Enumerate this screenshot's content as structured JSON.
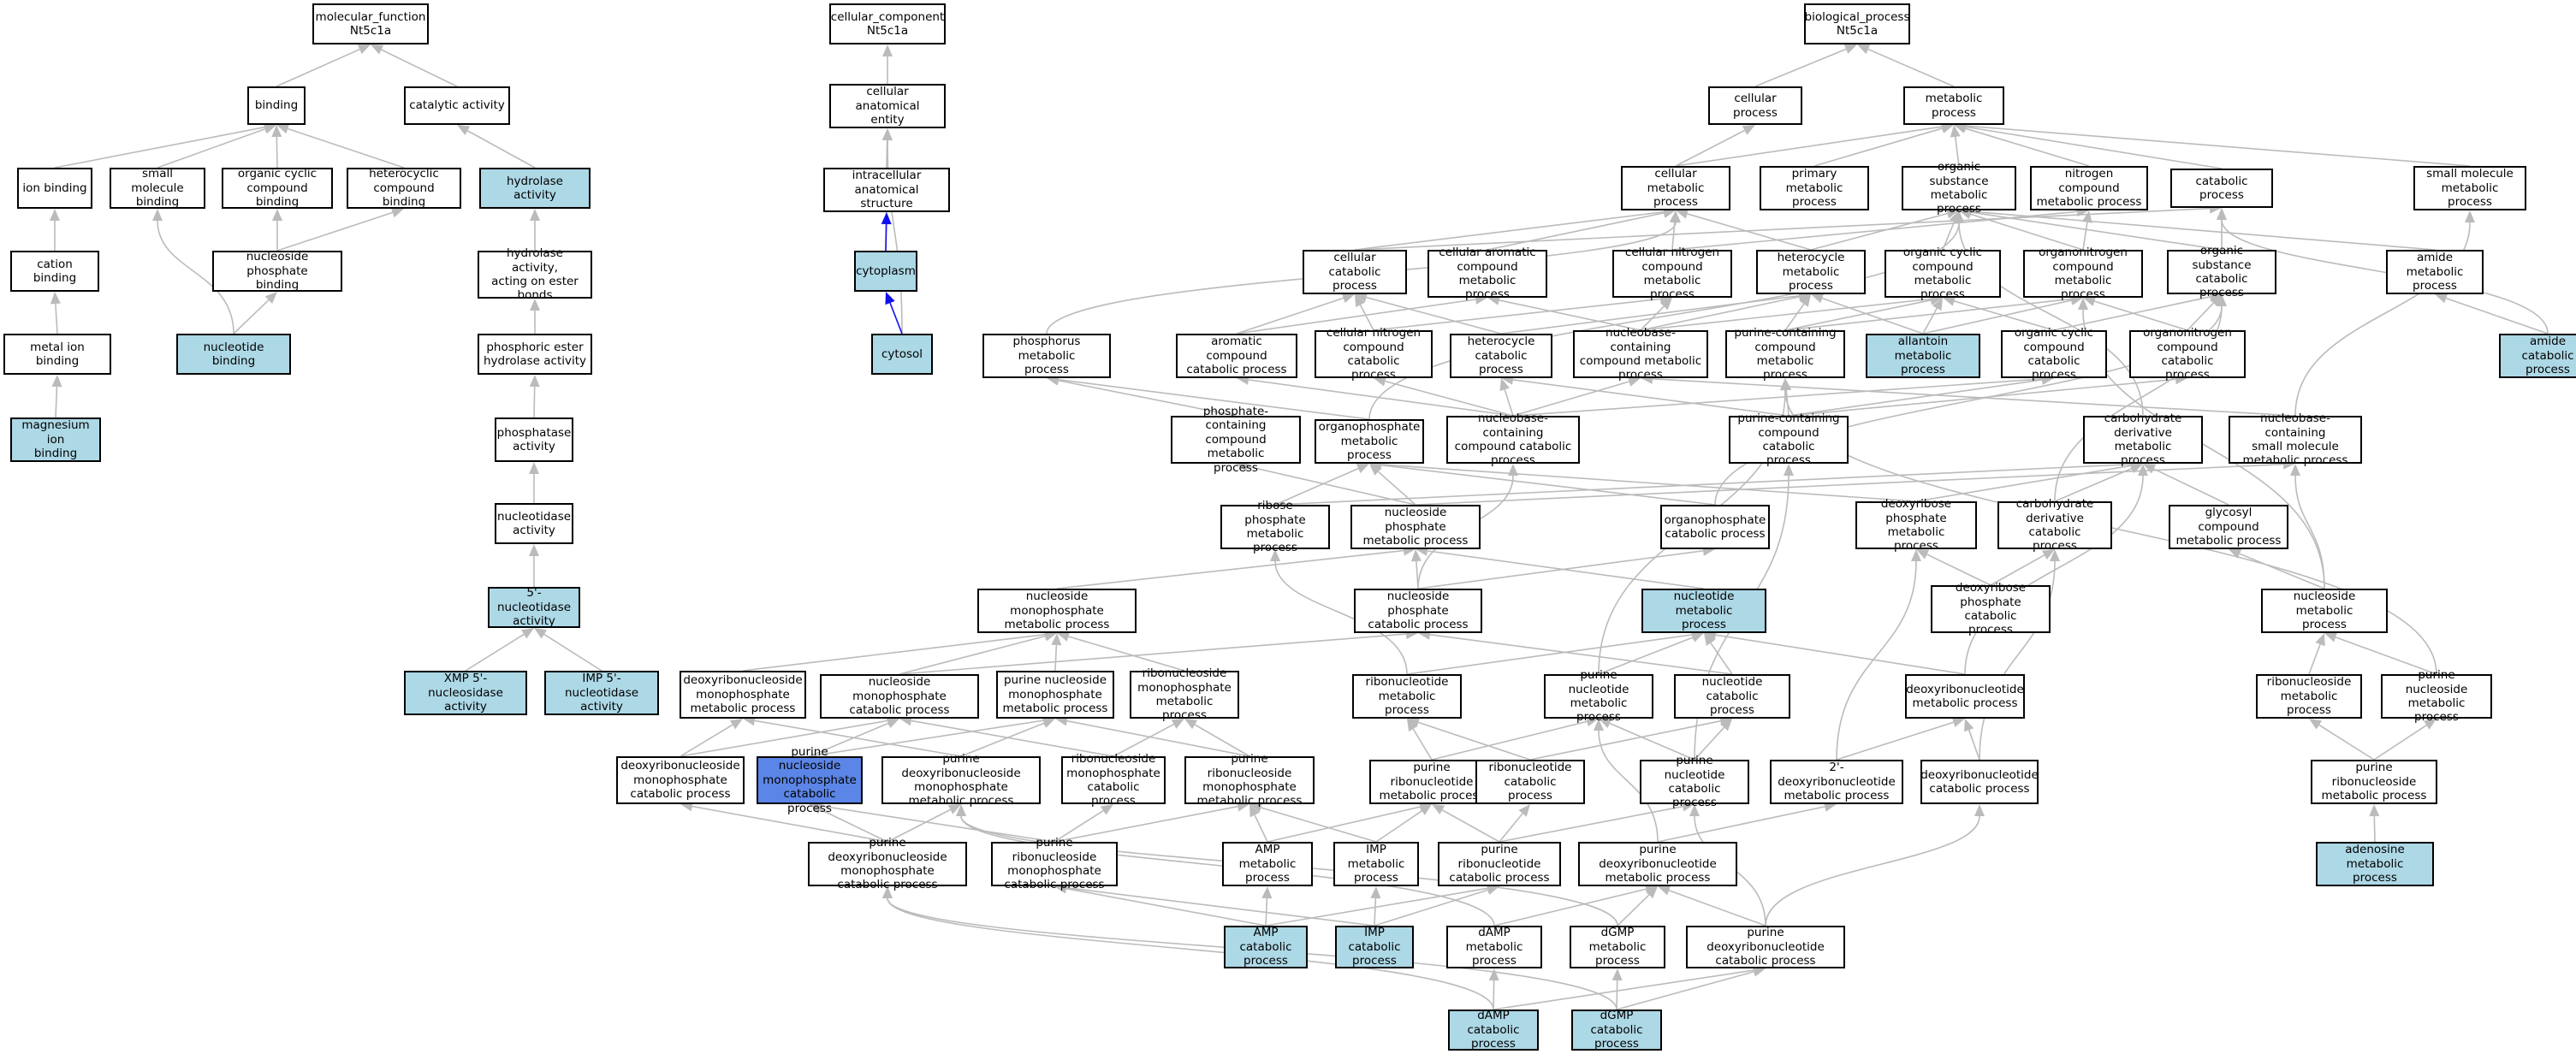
{
  "colors": {
    "annotated": "#add8e6",
    "focus": "#5b85e6",
    "edge": "#bbbbbb",
    "edge_part_of": "#1010ee"
  },
  "nodes": {
    "mf_root": "molecular_function\nNt5c1a",
    "binding": "binding",
    "catalytic": "catalytic activity",
    "ion_binding": "ion binding",
    "small_mol_binding": "small molecule\nbinding",
    "org_cyc_binding": "organic cyclic\ncompound binding",
    "het_binding": "heterocyclic\ncompound binding",
    "hydrolase": "hydrolase activity",
    "cation_binding": "cation binding",
    "nuc_phos_binding": "nucleoside phosphate\nbinding",
    "hydrolase_ester": "hydrolase activity,\nacting on ester\nbonds",
    "metal_ion_binding": "metal ion binding",
    "nucleotide_binding": "nucleotide binding",
    "phos_ester_hydrolase": "phosphoric ester\nhydrolase activity",
    "magnesium_binding": "magnesium ion\nbinding",
    "phosphatase": "phosphatase\nactivity",
    "nucleotidase": "nucleotidase\nactivity",
    "nt5": "5'-nucleotidase\nactivity",
    "xmp_nt5": "XMP 5'-nucleosidase\nactivity",
    "imp_nt5": "IMP 5'-nucleotidase\nactivity",
    "cc_root": "cellular_component\nNt5c1a",
    "cell_anat": "cellular anatomical\nentity",
    "intracellular": "intracellular\nanatomical structure",
    "cytoplasm": "cytoplasm",
    "cytosol": "cytosol",
    "bp_root": "biological_process\nNt5c1a",
    "cellular_process": "cellular process",
    "metabolic_process": "metabolic process",
    "cell_met": "cellular metabolic\nprocess",
    "primary_met": "primary metabolic\nprocess",
    "org_sub_met": "organic substance\nmetabolic process",
    "nitrogen_met": "nitrogen compound\nmetabolic process",
    "catabolic": "catabolic process",
    "small_mol_met": "small molecule\nmetabolic process",
    "cell_catabolic": "cellular catabolic\nprocess",
    "cell_arom_met": "cellular aromatic\ncompound metabolic\nprocess",
    "cell_nitrogen_met": "cellular nitrogen\ncompound metabolic\nprocess",
    "heterocycle_met": "heterocycle\nmetabolic process",
    "org_cyc_met": "organic cyclic\ncompound metabolic\nprocess",
    "organonitrogen_met": "organonitrogen\ncompound metabolic\nprocess",
    "org_sub_cat": "organic substance\ncatabolic process",
    "amide_met": "amide metabolic\nprocess",
    "phosphorus_met": "phosphorus metabolic\nprocess",
    "arom_cat": "aromatic compound\ncatabolic process",
    "cell_nitrogen_cat": "cellular nitrogen\ncompound catabolic\nprocess",
    "heterocycle_cat": "heterocycle\ncatabolic process",
    "nucleobase_met": "nucleobase-containing\ncompound metabolic\nprocess",
    "purine_cont_met": "purine-containing\ncompound metabolic\nprocess",
    "allantoin_met": "allantoin metabolic\nprocess",
    "org_cyc_cat": "organic cyclic\ncompound catabolic\nprocess",
    "organonitrogen_cat": "organonitrogen\ncompound catabolic\nprocess",
    "amide_cat": "amide catabolic\nprocess",
    "phosphate_cont_met": "phosphate-containing\ncompound metabolic\nprocess",
    "organophosphate_met": "organophosphate\nmetabolic process",
    "nucleobase_cat": "nucleobase-containing\ncompound catabolic\nprocess",
    "purine_cont_cat": "purine-containing\ncompound catabolic\nprocess",
    "carb_deriv_met": "carbohydrate\nderivative metabolic\nprocess",
    "nucleobase_small_met": "nucleobase-containing\nsmall molecule\nmetabolic process",
    "ribose_phos_met": "ribose phosphate\nmetabolic process",
    "nucleoside_phos_met": "nucleoside phosphate\nmetabolic process",
    "organophosphate_cat": "organophosphate\ncatabolic process",
    "deoxyribose_phos_met": "deoxyribose\nphosphate metabolic\nprocess",
    "carb_deriv_cat": "carbohydrate\nderivative catabolic\nprocess",
    "glycosyl_met": "glycosyl compound\nmetabolic process",
    "nucleoside_monophos_met": "nucleoside monophosphate\nmetabolic process",
    "nucleoside_phos_cat": "nucleoside phosphate\ncatabolic process",
    "nucleotide_met": "nucleotide metabolic\nprocess",
    "deoxyribose_phos_cat": "deoxyribose\nphosphate catabolic\nprocess",
    "nucleoside_met": "nucleoside metabolic\nprocess",
    "deoxyribonucleoside_mp_met": "deoxyribonucleoside\nmonophosphate\nmetabolic process",
    "nucleoside_mp_cat": "nucleoside monophosphate\ncatabolic process",
    "purine_nucleoside_mp_met": "purine nucleoside\nmonophosphate\nmetabolic process",
    "ribonucleoside_mp_met": "ribonucleoside\nmonophosphate\nmetabolic process",
    "ribonucleotide_met": "ribonucleotide\nmetabolic process",
    "purine_nucleotide_met": "purine nucleotide\nmetabolic process",
    "nucleotide_cat": "nucleotide catabolic\nprocess",
    "deoxyribonucleotide_met": "deoxyribonucleotide\nmetabolic process",
    "ribonucleoside_met": "ribonucleoside\nmetabolic process",
    "purine_nucleoside_met": "purine nucleoside\nmetabolic process",
    "deoxyribonucleoside_mp_cat": "deoxyribonucleoside\nmonophosphate\ncatabolic process",
    "purine_nucleoside_mp_cat": "purine nucleoside\nmonophosphate\ncatabolic process",
    "purine_deoxyribonucleoside_mp_met": "purine deoxyribonucleoside\nmonophosphate\nmetabolic process",
    "ribonucleoside_mp_cat": "ribonucleoside\nmonophosphate\ncatabolic process",
    "purine_ribonucleoside_mp_met": "purine ribonucleoside\nmonophosphate\nmetabolic process",
    "purine_ribonucleotide_met": "purine ribonucleotide\nmetabolic process",
    "ribonucleotide_cat": "ribonucleotide\ncatabolic process",
    "purine_nucleotide_cat": "purine nucleotide\ncatabolic process",
    "deoxy2_ribonucleotide_met": "2'-deoxyribonucleotide\nmetabolic process",
    "deoxyribonucleotide_cat": "deoxyribonucleotide\ncatabolic process",
    "purine_ribonucleoside_met": "purine ribonucleoside\nmetabolic process",
    "purine_deoxyribonucleoside_mp_cat": "purine deoxyribonucleoside\nmonophosphate\ncatabolic process",
    "purine_ribonucleoside_mp_cat": "purine ribonucleoside\nmonophosphate\ncatabolic process",
    "amp_met": "AMP metabolic\nprocess",
    "imp_met": "IMP metabolic\nprocess",
    "purine_ribonucleotide_cat": "purine ribonucleotide\ncatabolic process",
    "purine_deoxyribonucleotide_met": "purine deoxyribonucleotide\nmetabolic process",
    "adenosine_met": "adenosine metabolic\nprocess",
    "amp_cat": "AMP catabolic\nprocess",
    "imp_cat": "IMP catabolic\nprocess",
    "damp_met": "dAMP metabolic\nprocess",
    "dgmp_met": "dGMP metabolic\nprocess",
    "purine_deoxyribonucleotide_cat": "purine deoxyribonucleotide\ncatabolic process",
    "damp_cat": "dAMP catabolic\nprocess",
    "dgmp_cat": "dGMP catabolic\nprocess"
  }
}
